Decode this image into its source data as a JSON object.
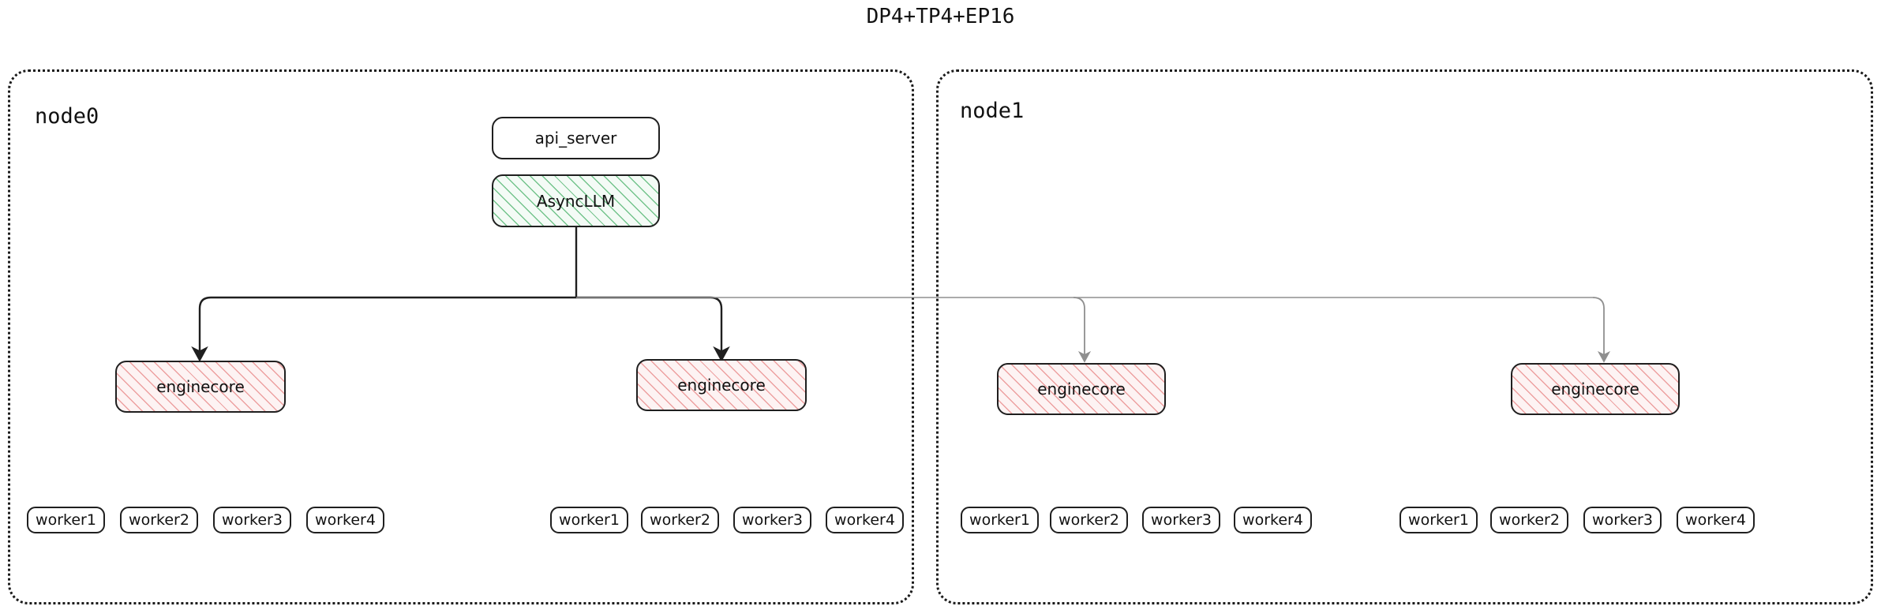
{
  "title": "DP4+TP4+EP16",
  "colors": {
    "stroke_dark": "#1f1f1f",
    "stroke_light": "#9a9a9a",
    "hatch_green": "#5dba7a",
    "hatch_pink": "#e98c8c",
    "node_border": "#1a1a1a",
    "text": "#111111",
    "background": "#ffffff"
  },
  "nodes": [
    {
      "id": "node0",
      "label": "node0",
      "services": [
        {
          "id": "api_server",
          "label": "api_server",
          "style": "plain"
        },
        {
          "id": "async_llm",
          "label": "AsyncLLM",
          "style": "hatch-green"
        }
      ],
      "enginecores": [
        {
          "id": "node0-enginecore-0",
          "label": "enginecore",
          "style": "hatch-pink",
          "workers": [
            "worker1",
            "worker2",
            "worker3",
            "worker4"
          ]
        },
        {
          "id": "node0-enginecore-1",
          "label": "enginecore",
          "style": "hatch-pink",
          "workers": [
            "worker1",
            "worker2",
            "worker3",
            "worker4"
          ]
        }
      ]
    },
    {
      "id": "node1",
      "label": "node1",
      "services": [],
      "enginecores": [
        {
          "id": "node1-enginecore-0",
          "label": "enginecore",
          "style": "hatch-pink",
          "workers": [
            "worker1",
            "worker2",
            "worker3",
            "worker4"
          ]
        },
        {
          "id": "node1-enginecore-1",
          "label": "enginecore",
          "style": "hatch-pink",
          "workers": [
            "worker1",
            "worker2",
            "worker3",
            "worker4"
          ]
        }
      ]
    }
  ],
  "labels": {
    "api_server": "api_server",
    "async_llm": "AsyncLLM",
    "enginecore": "enginecore",
    "node0": "node0",
    "node1": "node1",
    "w1": "worker1",
    "w2": "worker2",
    "w3": "worker3",
    "w4": "worker4"
  }
}
